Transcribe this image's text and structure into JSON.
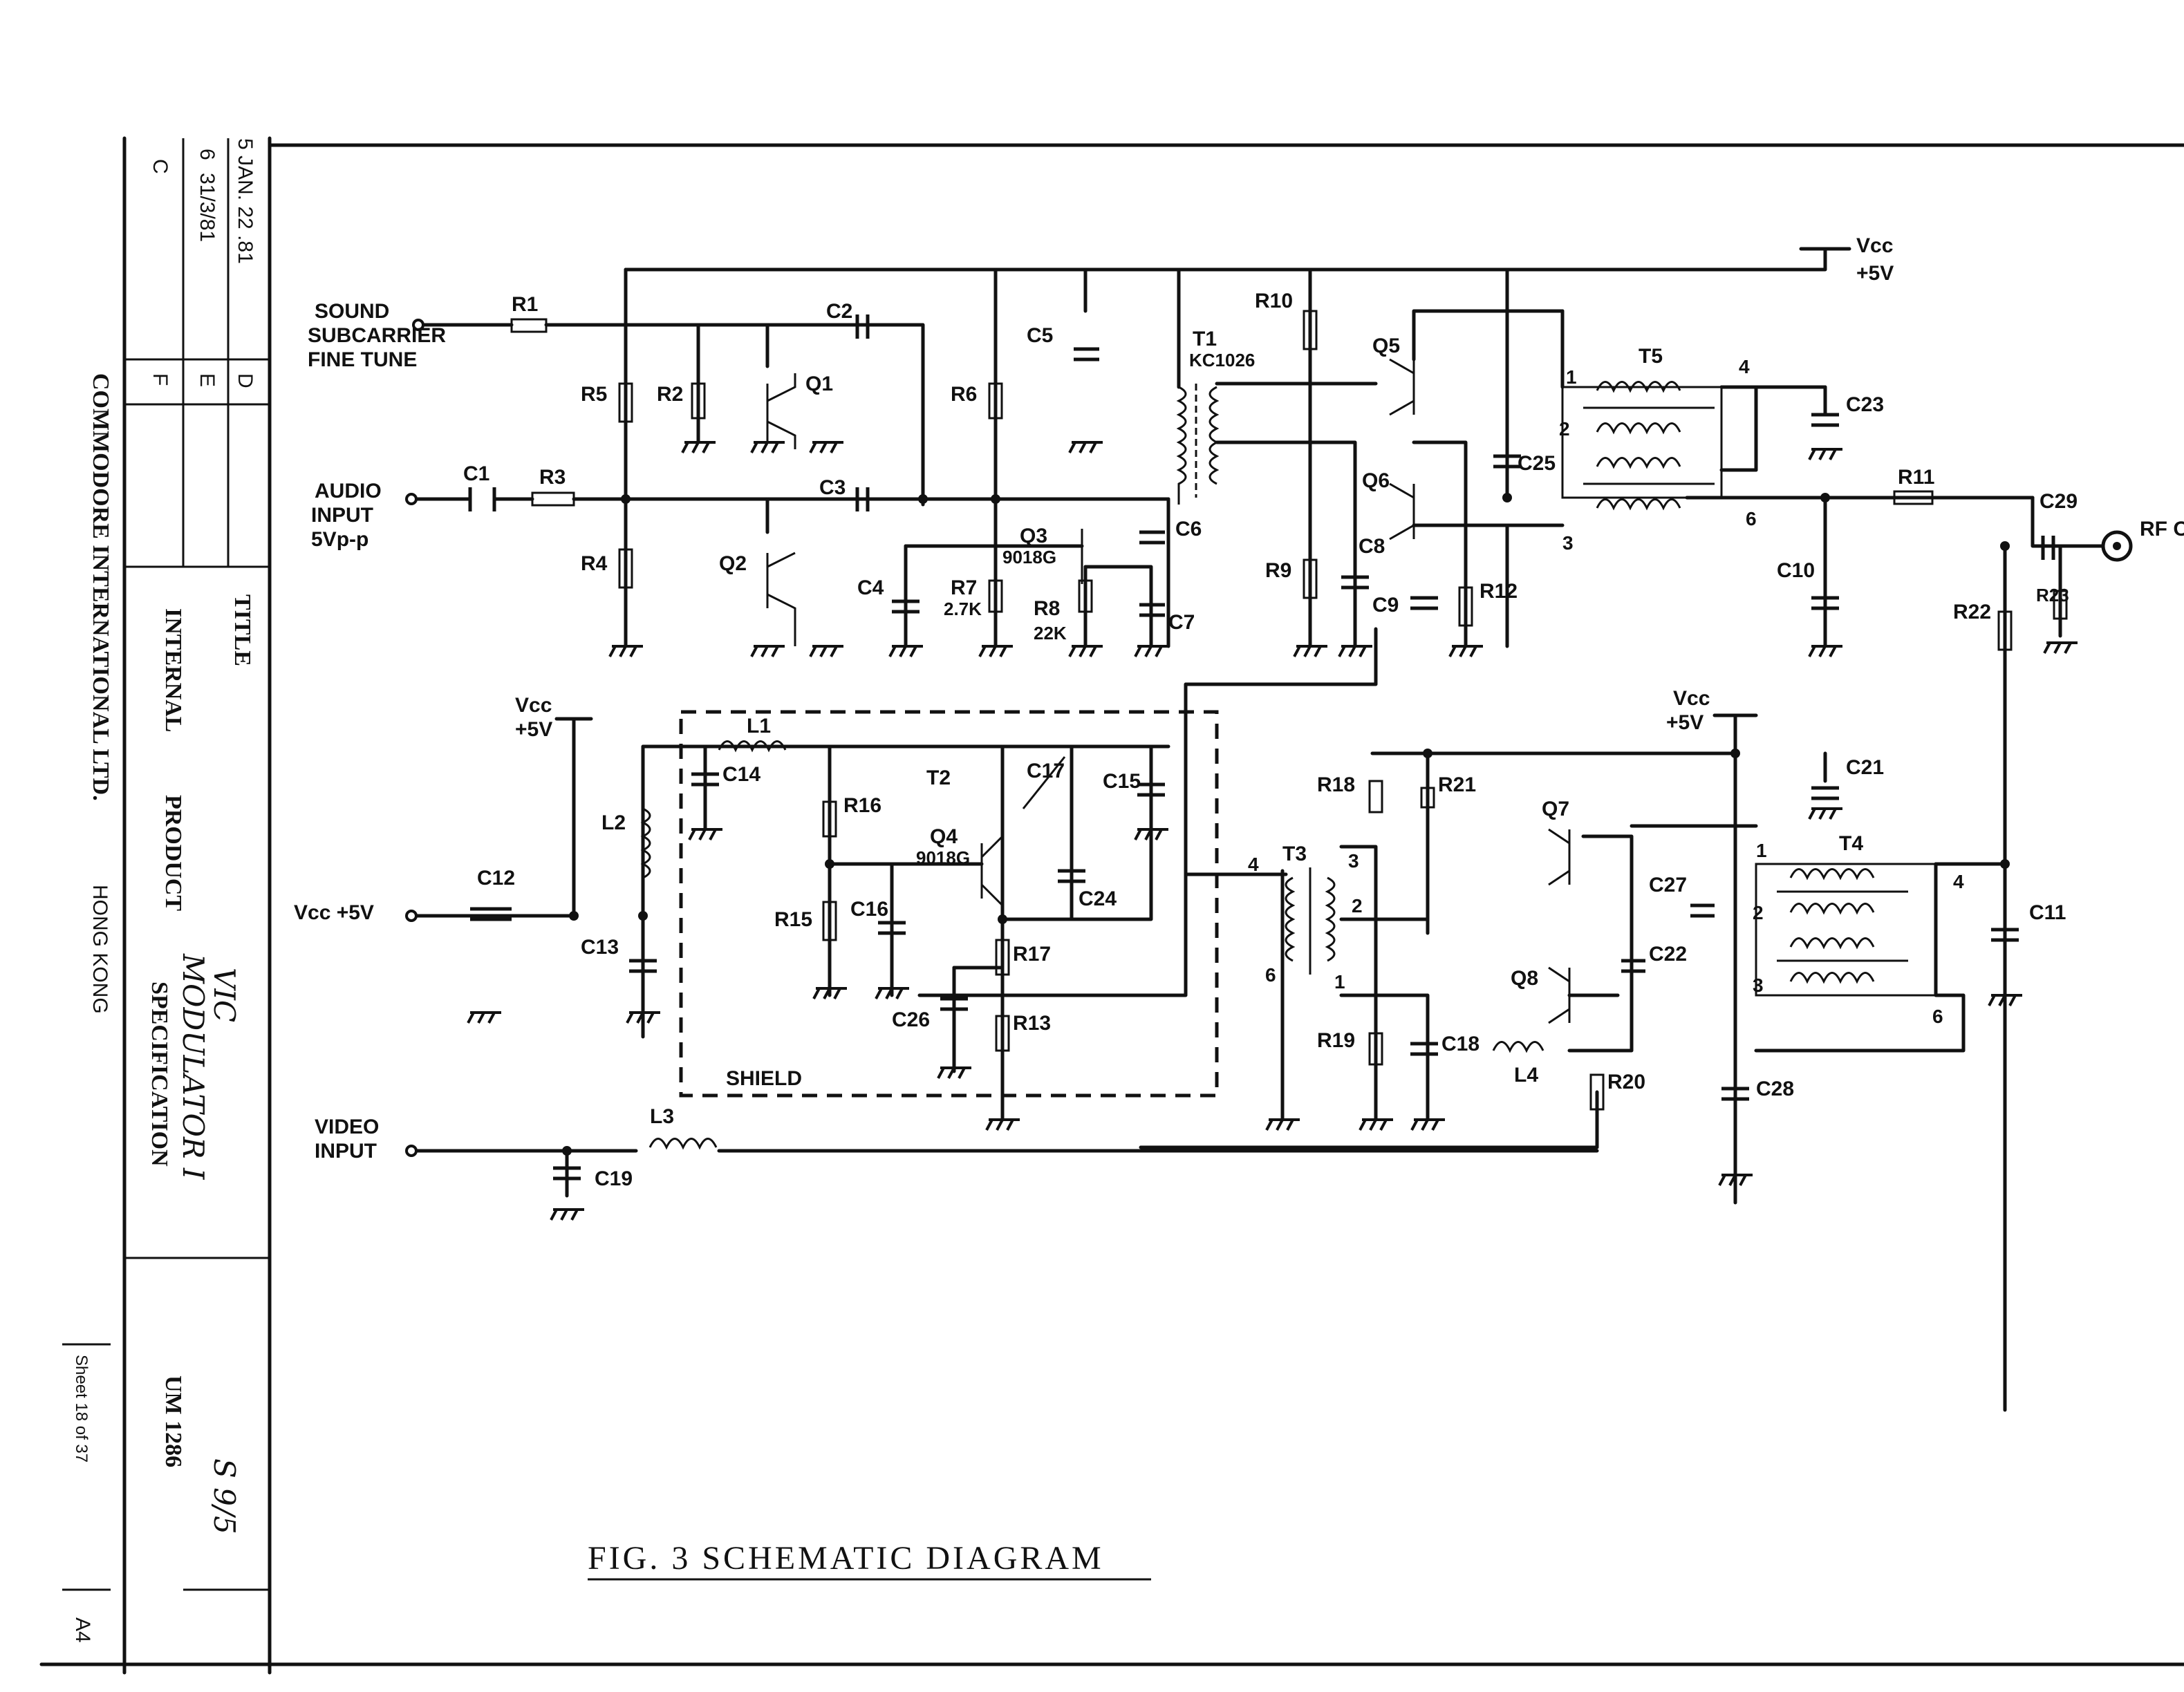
{
  "caption": "FIG. 3 SCHEMATIC DIAGRAM",
  "title_block": {
    "company": "COMMODORE INTERNATIONAL LTD.",
    "location": "HONG KONG",
    "title_label": "TITLE",
    "spec_line1": "INTERNAL",
    "spec_line2": "PRODUCT",
    "spec_line3": "SPECIFICATION",
    "handwritten_title_a": "VIC",
    "handwritten_title_b": "MODULATOR I",
    "doc_number": "UM 1286",
    "handwritten_number": "S 9/5",
    "sheet": "Sheet 18 of 37",
    "size": "A4",
    "revisions": [
      {
        "letter": "C",
        "date": "",
        "value": ""
      },
      {
        "letter": "D",
        "date": "JAN. 22 .81",
        "value": "5"
      },
      {
        "letter": "E",
        "date": "31/3/81",
        "value": "6"
      },
      {
        "letter": "F",
        "date": "",
        "value": ""
      }
    ]
  },
  "inputs": {
    "sound": "SOUND SUBCARRIER FINE TUNE",
    "sound_l1": "SOUND",
    "sound_l2": "SUBCARRIER",
    "sound_l3": "FINE TUNE",
    "audio_l1": "AUDIO",
    "audio_l2": "INPUT",
    "audio_l3": "5Vp-p",
    "vcc_in": "Vcc +5V",
    "video_l1": "VIDEO",
    "video_l2": "INPUT",
    "rf_out": "RF OUT"
  },
  "supply": {
    "vcc_top_l1": "Vcc",
    "vcc_top_l2": "+5V",
    "vcc_mid_l1": "Vcc",
    "vcc_mid_l2": "+5V",
    "vcc_right_l1": "Vcc",
    "vcc_right_l2": "+5V"
  },
  "shield": "SHIELD",
  "components": {
    "R1": "R1",
    "R2": "R2",
    "R3": "R3",
    "R4": "R4",
    "R5": "R5",
    "R6": "R6",
    "R7": "R7",
    "R7v": "2.7K",
    "R8": "R8",
    "R8v": "22K",
    "R9": "R9",
    "R10": "R10",
    "R11": "R11",
    "R12": "R12",
    "R13": "R13",
    "R15": "R15",
    "R16": "R16",
    "R17": "R17",
    "R18": "R18",
    "R19": "R19",
    "R20": "R20",
    "R21": "R21",
    "R22": "R22",
    "R23": "R23",
    "C1": "C1",
    "C2": "C2",
    "C3": "C3",
    "C4": "C4",
    "C5": "C5",
    "C6": "C6",
    "C7": "C7",
    "C8": "C8",
    "C9": "C9",
    "C10": "C10",
    "C11": "C11",
    "C12": "C12",
    "C13": "C13",
    "C14": "C14",
    "C15": "C15",
    "C16": "C16",
    "C17": "C17",
    "C18": "C18",
    "C19": "C19",
    "C21": "C21",
    "C22": "C22",
    "C23": "C23",
    "C24": "C24",
    "C25": "C25",
    "C26": "C26",
    "C27": "C27",
    "C28": "C28",
    "C29": "C29",
    "Q1": "Q1",
    "Q2": "Q2",
    "Q3": "Q3",
    "Q3v": "9018G",
    "Q4": "Q4",
    "Q4v": "9018G",
    "Q5": "Q5",
    "Q6": "Q6",
    "Q7": "Q7",
    "Q8": "Q8",
    "T1": "T1",
    "T1v": "KC1026",
    "T2": "T2",
    "T3": "T3",
    "T4": "T4",
    "T5": "T5",
    "L1": "L1",
    "L2": "L2",
    "L3": "L3",
    "L4": "L4"
  },
  "pins": {
    "p1": "1",
    "p2": "2",
    "p3": "3",
    "p4": "4",
    "p6": "6"
  }
}
